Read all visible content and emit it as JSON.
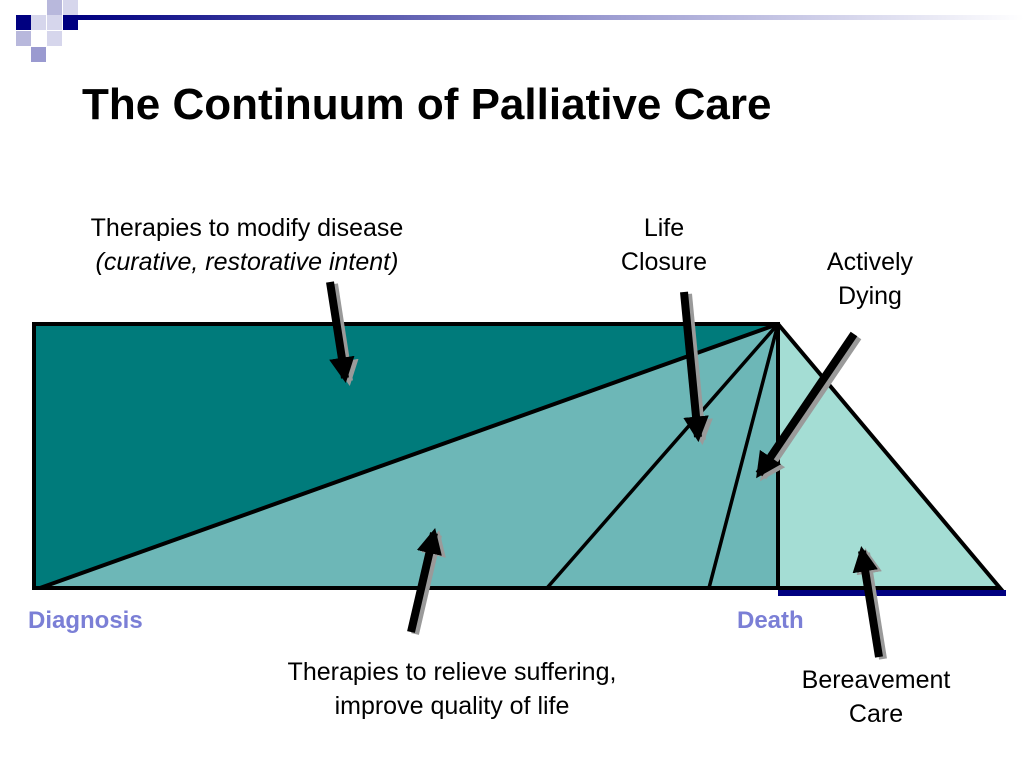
{
  "title": "The Continuum of Palliative Care",
  "labels": {
    "modify_disease": {
      "line1": "Therapies to modify disease",
      "line2": "(curative, restorative intent)"
    },
    "life_closure": {
      "line1": "Life",
      "line2": "Closure"
    },
    "actively_dying": {
      "line1": "Actively",
      "line2": "Dying"
    },
    "relieve_suffering": {
      "line1": "Therapies to relieve suffering,",
      "line2": "improve quality of life"
    },
    "bereavement": {
      "line1": "Bereavement",
      "line2": "Care"
    }
  },
  "axis": {
    "start": "Diagnosis",
    "end": "Death"
  },
  "colors": {
    "curative": "#007b7b",
    "palliative": "#6db7b7",
    "bereavement": "#a4ddd4",
    "axis_label": "#7b7fd6",
    "navy_accent": "#000080"
  }
}
